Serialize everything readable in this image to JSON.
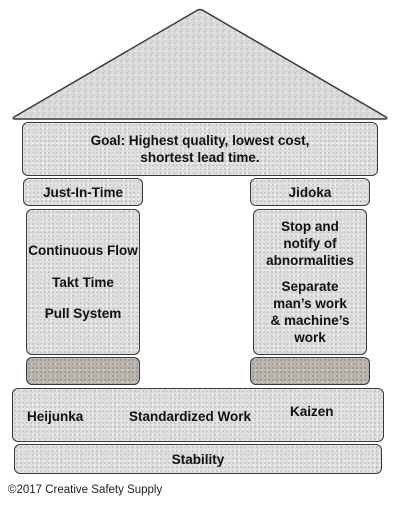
{
  "goal": {
    "line1": "Goal: Highest quality, lowest cost,",
    "line2": "shortest lead time."
  },
  "left_pillar": {
    "title": "Just-In-Time",
    "items": [
      "Continuous Flow",
      "Takt Time",
      "Pull System"
    ]
  },
  "right_pillar": {
    "title": "Jidoka",
    "items": [
      [
        "Stop and",
        "notify of",
        "abnormalities"
      ],
      [
        "Separate",
        "man’s work",
        "& machine’s",
        "work"
      ]
    ]
  },
  "foundation": {
    "items": [
      "Heijunka",
      "Standardized Work",
      "Kaizen"
    ]
  },
  "base": {
    "label": "Stability"
  },
  "copyright": "©2017 Creative Safety Supply",
  "colors": {
    "stone": "#dedede",
    "stone_dark": "#b9b5ae",
    "outline": "#3a3a3a",
    "text": "#111111"
  }
}
